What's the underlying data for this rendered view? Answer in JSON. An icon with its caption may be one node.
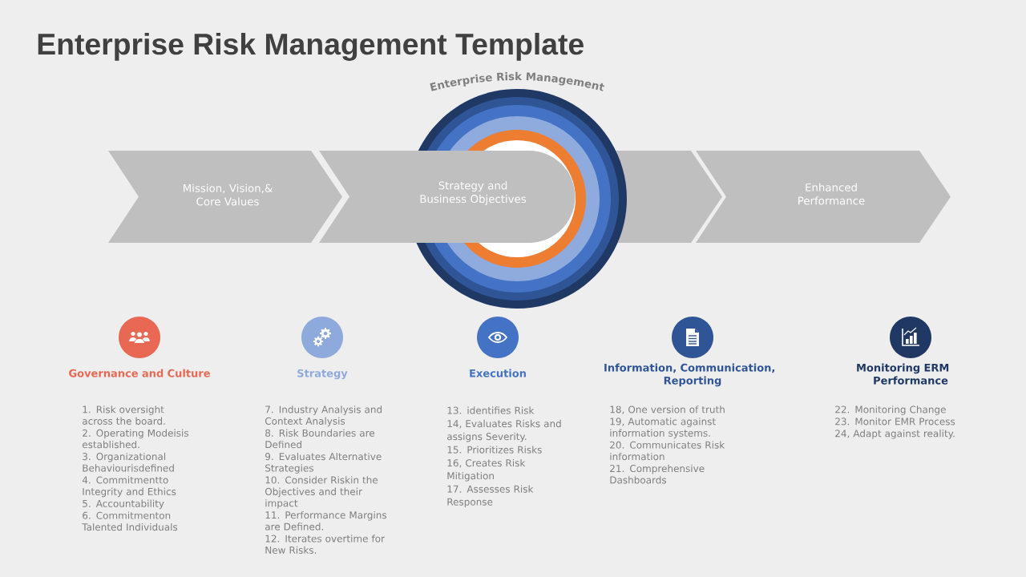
{
  "diagram": {
    "title": "Enterprise Risk Management Template",
    "nodes": [
      {
        "text": [
          "Mission, Vision,& Core Values"
        ]
      },
      {
        "text": [
          "Strategy and Business Objectives"
        ]
      },
      {
        "text": [],
        "shape": "chevron"
      },
      {
        "text": [
          "Enhanced Performance"
        ]
      },
      {
        "text": [
          "Enterprise Risk Management"
        ]
      },
      {
        "text": [
          "Governance and Culture"
        ],
        "beside": [
          "1. Risk oversight across the board.",
          "2. Operating Modeisis established.",
          "3. Organizational Behaviourisdefined",
          "4. Commitmentto Integrity and Ethics",
          "5. Accountability",
          "6. Commitmenton Talented Individuals"
        ]
      },
      {
        "text": [
          "Strategy"
        ],
        "beside": [
          "7. Industry Analysis and Context Analysis",
          "8. Risk Boundaries are Defined",
          "9. Evaluates Alternative Strategies",
          "10. Consider Riskin the Objectives and their impact",
          "11. Performance Margins are Defined.",
          "12. Iterates overtime for New Risks."
        ]
      },
      {
        "text": [
          "Execution"
        ],
        "beside": [
          "13. identifies Risk",
          "14, Evaluates Risks and assigns Severity.",
          "15. Prioritizes Risks",
          "16, Creates Risk Mitigation",
          "17. Assesses Risk Response"
        ]
      },
      {
        "text": [
          "Information, Communication, Reporting"
        ],
        "beside": [
          "18, One version of truth",
          "19, Automatic against information systems.",
          "20. Communicates Risk information",
          "21. Comprehensive Dashboards"
        ]
      },
      {
        "text": [
          "Monitoring ERM Performance"
        ],
        "beside": [
          "22. Monitoring Change",
          "23. Monitor EMR Process",
          "24, Adapt against reality."
        ]
      }
    ]
  }
}
